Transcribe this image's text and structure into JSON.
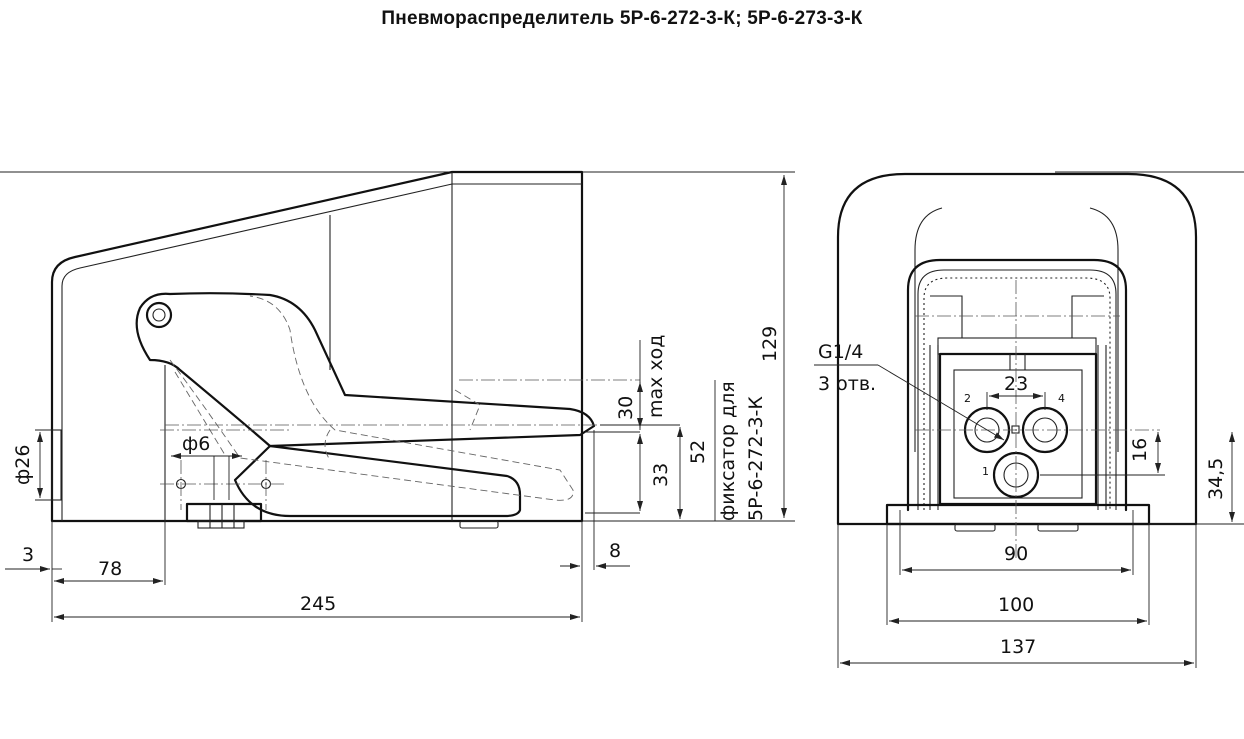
{
  "title": "Пневмораспределитель 5Р-6-272-3-К; 5Р-6-273-3-К",
  "side_view": {
    "dimensions": {
      "height": "129",
      "length": "245",
      "offset_3": "3",
      "offset_78": "78",
      "offset_8": "8",
      "stroke": "30",
      "stroke_label": "max ход",
      "h33": "33",
      "h52": "52",
      "diam26": "ф26",
      "diam6": "ф6"
    },
    "note": {
      "line1": "фиксатор для",
      "line2": "5Р-6-272-3-К"
    }
  },
  "front_view": {
    "dimensions": {
      "thread": "G1/4",
      "holes": "3 отв.",
      "spacing": "23",
      "h16": "16",
      "h34": "34,5",
      "w90": "90",
      "w100": "100",
      "w137": "137"
    },
    "ports": {
      "p1": "1",
      "p2": "2",
      "p4": "4"
    }
  }
}
